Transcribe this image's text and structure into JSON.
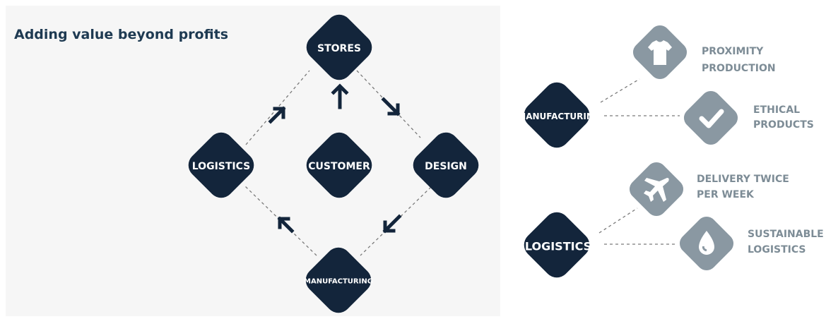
{
  "title": "Adding value beyond profits",
  "colors": {
    "node": "#13253b",
    "icon_node": "#8a98a2",
    "label_gray": "#7d8c96",
    "connector": "#7a7a7a"
  },
  "cycle": {
    "top": "STORES",
    "right": "DESIGN",
    "bottom": "MANUFACTURING",
    "left": "LOGISTICS",
    "center": "CUSTOMER"
  },
  "manufacturing_group": {
    "label": "MANUFACTURING",
    "items": [
      {
        "icon": "tshirt-icon",
        "line1": "PROXIMITY",
        "line2": "PRODUCTION"
      },
      {
        "icon": "checkmark-icon",
        "line1": "ETHICAL",
        "line2": "PRODUCTS"
      }
    ]
  },
  "logistics_group": {
    "label": "LOGISTICS",
    "items": [
      {
        "icon": "airplane-icon",
        "line1": "DELIVERY TWICE",
        "line2": "PER WEEK"
      },
      {
        "icon": "water-drop-icon",
        "line1": "SUSTAINABLE",
        "line2": "LOGISTICS"
      }
    ]
  }
}
